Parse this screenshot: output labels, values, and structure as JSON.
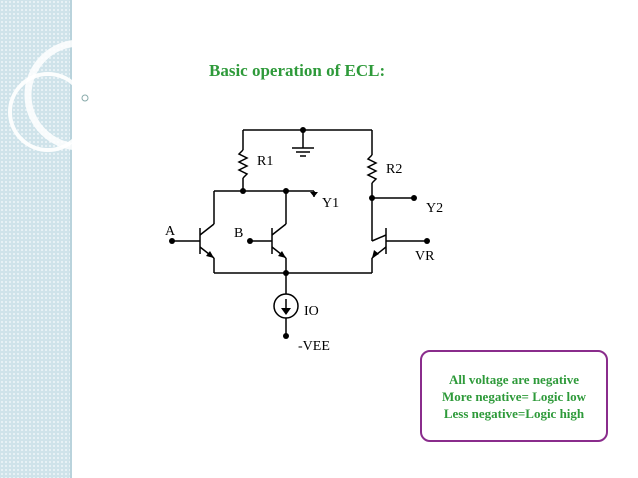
{
  "slide": {
    "title": "Basic operation of ECL:",
    "theme_accent": "#2e9a3a",
    "note_border": "#8a2c8c"
  },
  "circuit": {
    "labels": {
      "r1": "R1",
      "r2": "R2",
      "y1": "Y1",
      "y2": "Y2",
      "a": "A",
      "b": "B",
      "vr": "VR",
      "io": "IO",
      "vee": "-VEE"
    }
  },
  "note": {
    "lines": [
      "All voltage are negative",
      "More negative= Logic low",
      "Less negative=Logic high"
    ]
  }
}
